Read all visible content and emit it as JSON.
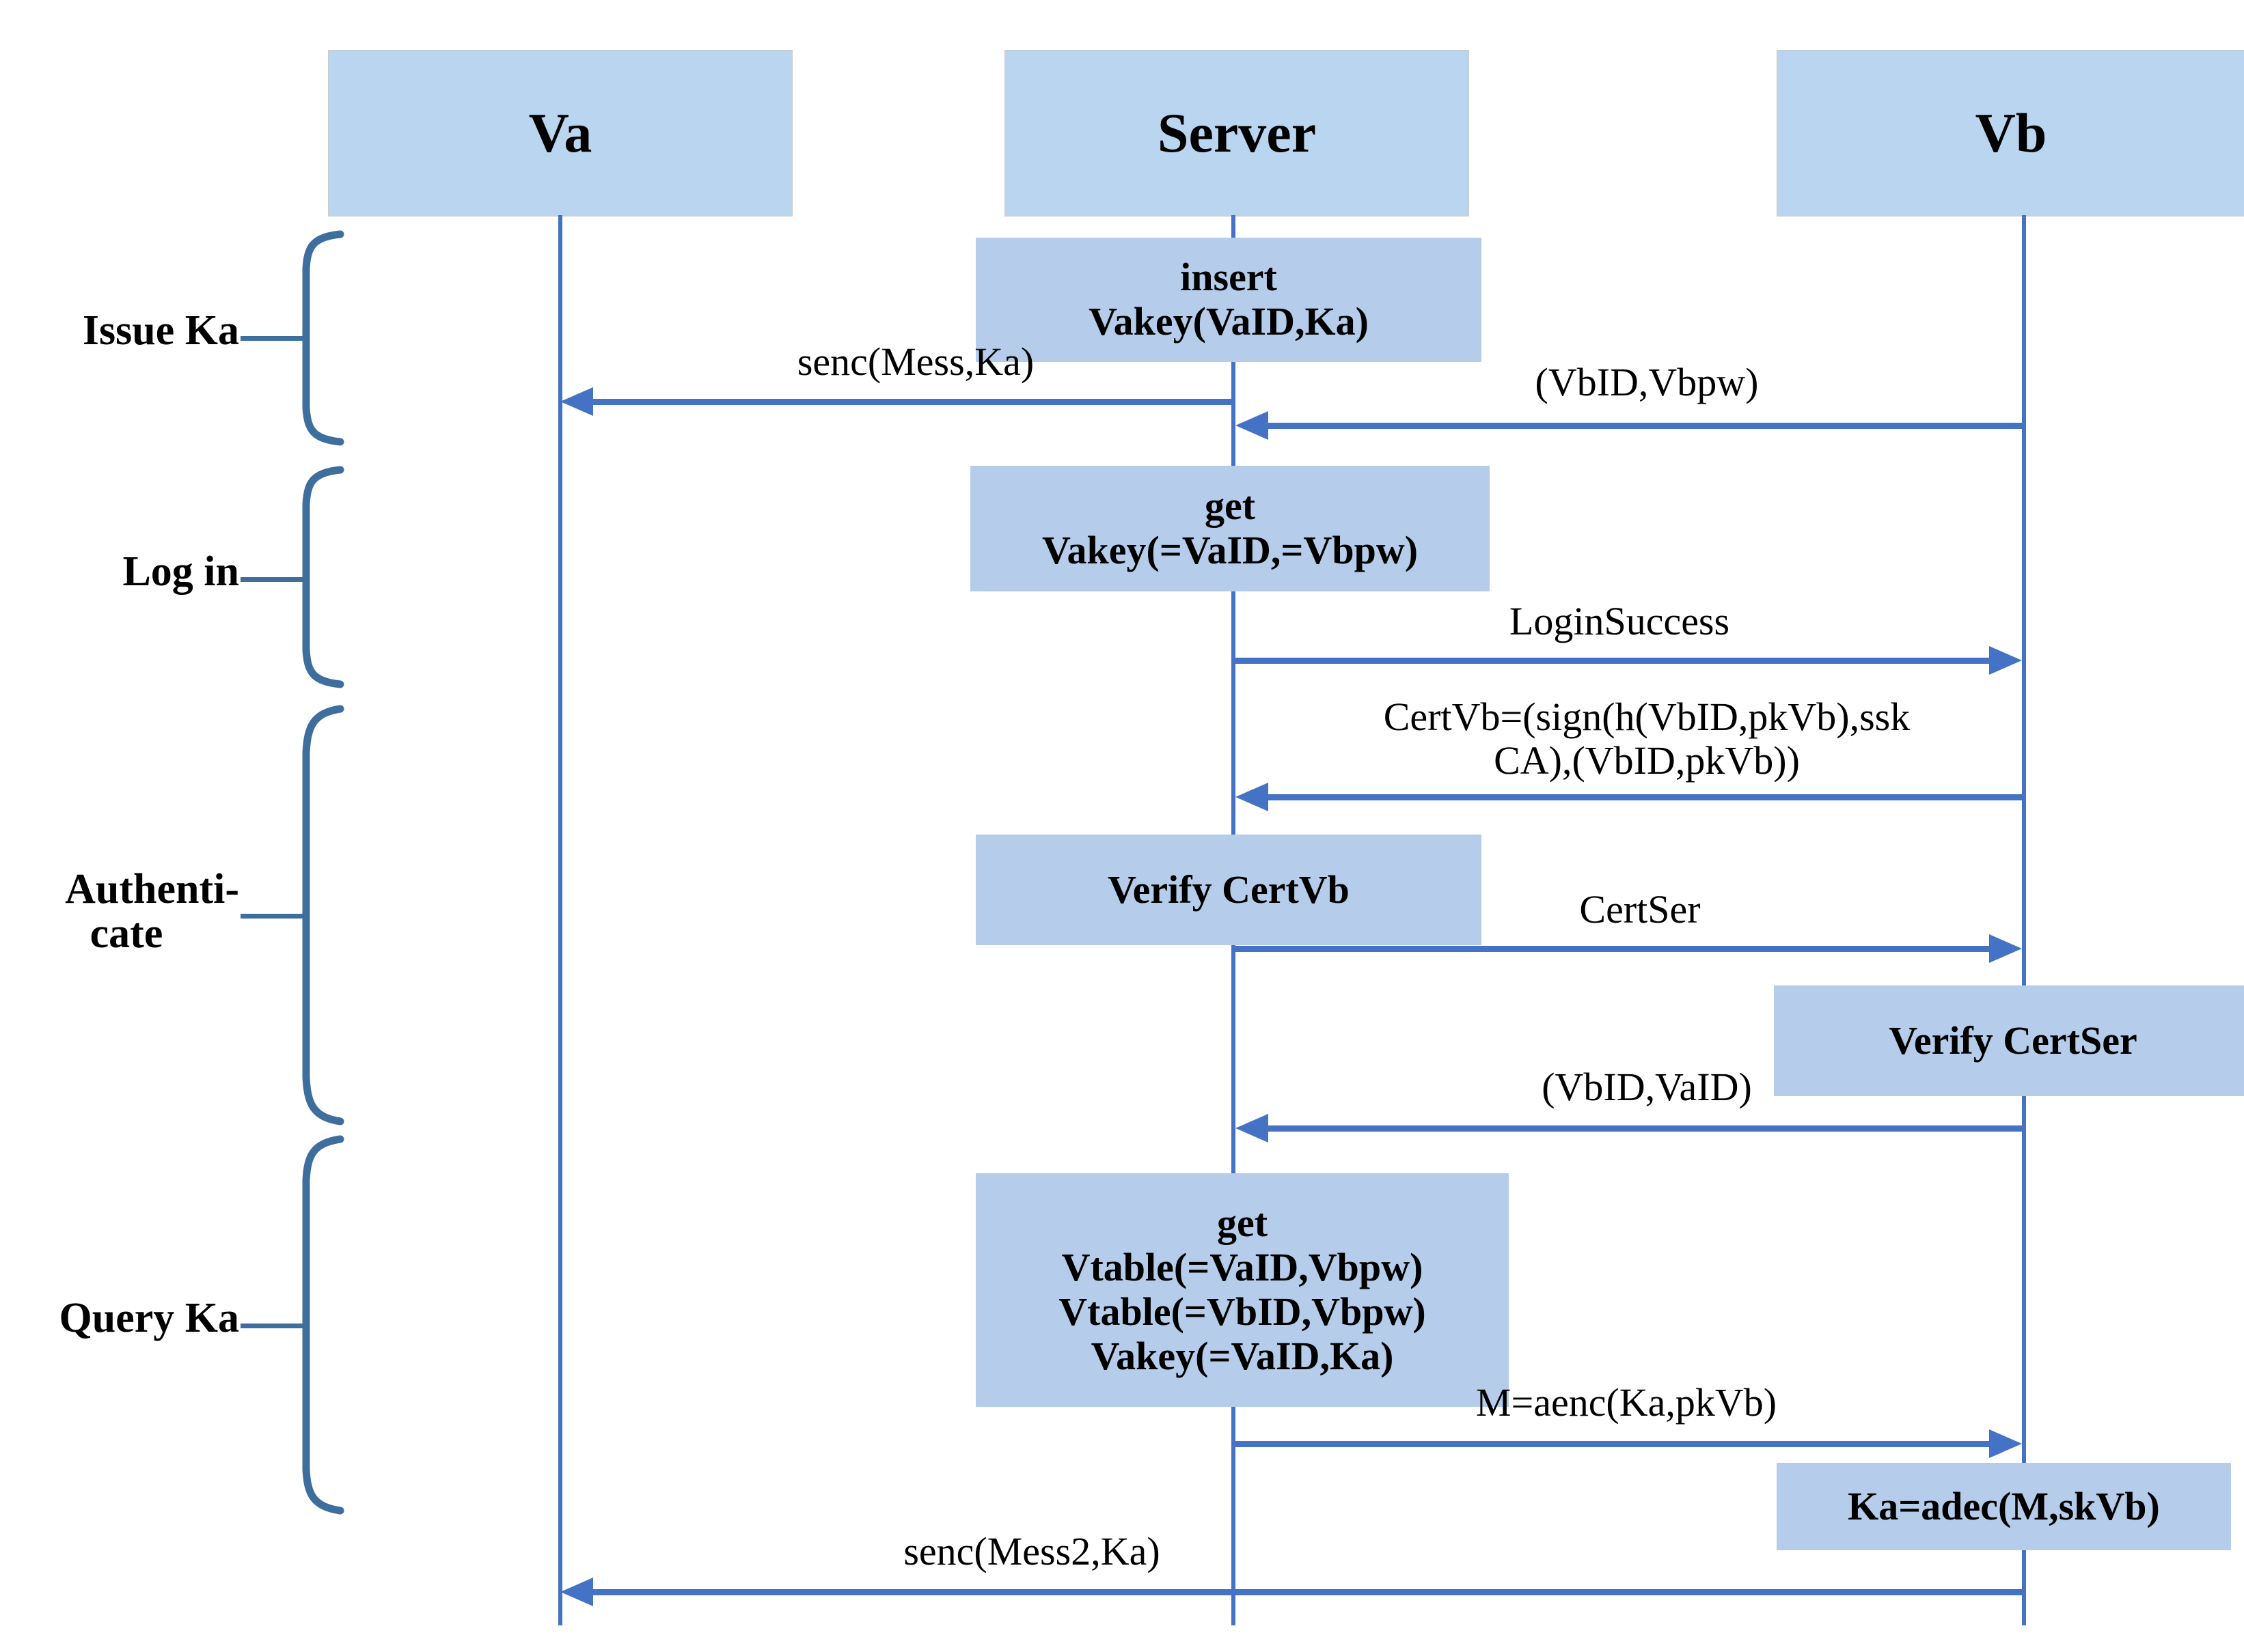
{
  "diagram": {
    "title": "Ka issuance, login, authentication and query sequence diagram",
    "type": "sequence-diagram",
    "colors": {
      "lifeline_header_fill": "#BAD5EF",
      "activation_box_fill": "#B5CDEA",
      "arrow": "#4472C4",
      "brace": "#3D6E9E",
      "text": "#000000",
      "background": "#FFFFFF"
    }
  },
  "actors": [
    {
      "id": "va",
      "label": "Va"
    },
    {
      "id": "server",
      "label": "Server"
    },
    {
      "id": "vb",
      "label": "Vb"
    }
  ],
  "phases": [
    {
      "id": "issue-ka",
      "lines": [
        "Issue Ka"
      ]
    },
    {
      "id": "log-in",
      "lines": [
        "Log in"
      ]
    },
    {
      "id": "authenticate",
      "lines": [
        "Authenti-",
        "cate"
      ]
    },
    {
      "id": "query-ka",
      "lines": [
        "Query Ka"
      ]
    }
  ],
  "activations": [
    {
      "id": "insert-vakey",
      "owner": "server",
      "lines": [
        "insert",
        "Vakey(VaID,Ka)"
      ]
    },
    {
      "id": "get-vakey",
      "owner": "server",
      "lines": [
        "get",
        "Vakey(=VaID,=Vbpw)"
      ]
    },
    {
      "id": "verify-certvb",
      "owner": "server",
      "lines": [
        "Verify CertVb"
      ]
    },
    {
      "id": "verify-certser",
      "owner": "vb",
      "lines": [
        "Verify CertSer"
      ]
    },
    {
      "id": "get-vtable",
      "owner": "server",
      "lines": [
        "get",
        "Vtable(=VaID,Vbpw)",
        "Vtable(=VbID,Vbpw)",
        "Vakey(=VaID,Ka)"
      ]
    },
    {
      "id": "ka-adec",
      "owner": "vb",
      "lines": [
        "Ka=adec(M,skVb)"
      ]
    }
  ],
  "messages": [
    {
      "id": "m1",
      "from": "server",
      "to": "va",
      "direction": "left",
      "lines": [
        "senc(Mess,Ka)"
      ]
    },
    {
      "id": "m2",
      "from": "vb",
      "to": "server",
      "direction": "left",
      "lines": [
        "(VbID,Vbpw)"
      ]
    },
    {
      "id": "m3",
      "from": "server",
      "to": "vb",
      "direction": "right",
      "lines": [
        "LoginSuccess"
      ]
    },
    {
      "id": "m4",
      "from": "vb",
      "to": "server",
      "direction": "left",
      "lines": [
        "CertVb=(sign(h(VbID,pkVb),ssk",
        "CA),(VbID,pkVb))"
      ]
    },
    {
      "id": "m5",
      "from": "server",
      "to": "vb",
      "direction": "right",
      "lines": [
        "CertSer"
      ]
    },
    {
      "id": "m6",
      "from": "vb",
      "to": "server",
      "direction": "left",
      "lines": [
        "(VbID,VaID)"
      ]
    },
    {
      "id": "m7",
      "from": "server",
      "to": "vb",
      "direction": "right",
      "lines": [
        "M=aenc(Ka,pkVb)"
      ]
    },
    {
      "id": "m8",
      "from": "vb",
      "to": "va",
      "direction": "left",
      "lines": [
        "senc(Mess2,Ka)"
      ]
    }
  ]
}
